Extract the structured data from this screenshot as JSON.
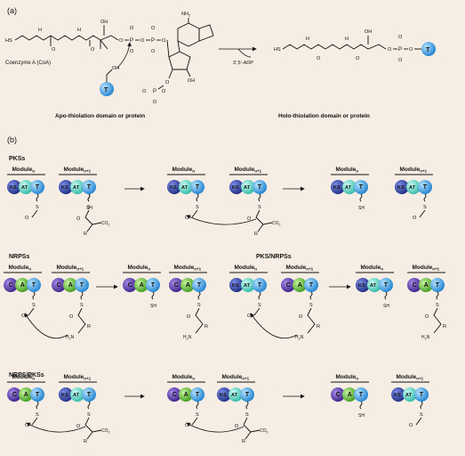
{
  "panel_a": {
    "label": "(a)",
    "coa_label": "Coenzyme A (CoA)",
    "apo_caption": "Apo-thiolation domain or protein",
    "holo_caption": "Holo-thiolation domain or protein",
    "byproduct": "3',5'-ADP",
    "atoms": {
      "hs": "HS",
      "h": "H",
      "n": "N",
      "o": "O",
      "oh": "OH",
      "p": "P",
      "nh2": "NH",
      "nh2_sub": "2",
      "neg": "-",
      "t": "T"
    }
  },
  "panel_b": {
    "label": "(b)",
    "pks": "PKSs",
    "nrps": "NRPSs",
    "pks_nrps": "PKS/NRPSs",
    "nrps_pks": "NRPS/PKSs",
    "module": "Module",
    "sub_n": "n",
    "sub_n1": "n+1",
    "domains": {
      "ks": "KS",
      "at": "AT",
      "t": "T",
      "c": "C",
      "a": "A"
    },
    "atoms": {
      "s": "S",
      "sh": "SH",
      "o": "O",
      "h2n": "H",
      "h2n_sub": "2",
      "nh2": "NH",
      "nh2_sub": "2",
      "co2": "CO",
      "co2_sub": "2",
      "neg": "-",
      "r": "R",
      "r_prime": "'",
      "r_n1": "n+1",
      "hn": "HN",
      "hn_h": "H",
      "hn_n": "N"
    }
  },
  "colors": {
    "ks": "#2b3a9b",
    "at": "#4fd2c0",
    "t": "#3aa2e8",
    "c": "#5a3aa8",
    "a": "#6cc03c",
    "background": "#f6eee4"
  }
}
